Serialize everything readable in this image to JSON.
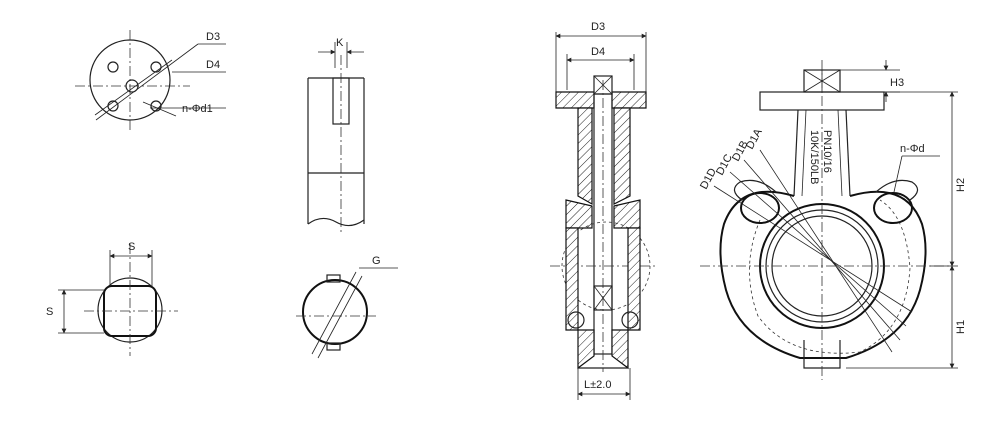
{
  "labels": {
    "flange_d3": "D3",
    "flange_d4": "D4",
    "flange_holes": "n-Φd1",
    "stem_k": "K",
    "square_s_top": "S",
    "square_s_left": "S",
    "key_g": "G",
    "section_d3": "D3",
    "section_d4": "D4",
    "section_length": "L±2.0",
    "front_h3": "H3",
    "front_h2": "H2",
    "front_h1": "H1",
    "front_holes": "n-Φd",
    "d1a": "D1A",
    "d1b": "D1B",
    "d1c": "D1C",
    "d1d": "D1D",
    "body_mark_1": "10K/150LB",
    "body_mark_2": "PN10/16"
  }
}
